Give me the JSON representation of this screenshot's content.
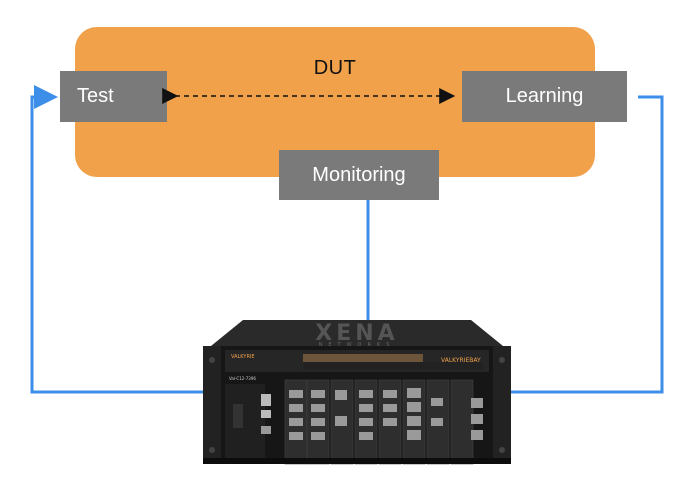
{
  "diagram": {
    "group_label": "DUT",
    "nodes": {
      "test": "Test",
      "learning": "Learning",
      "monitoring": "Monitoring"
    }
  },
  "device": {
    "brand": "XENA",
    "brand_sub": "NETWORKS",
    "left_badge": "VALKYRIE",
    "right_badge": "VALKYRIEBAY",
    "model": "Val-C12-7396"
  },
  "colors": {
    "dut_fill": "#f0a14a",
    "port_fill": "#7a7a7a",
    "link": "#3d8ee8",
    "chassis": "#1a1a1a"
  }
}
